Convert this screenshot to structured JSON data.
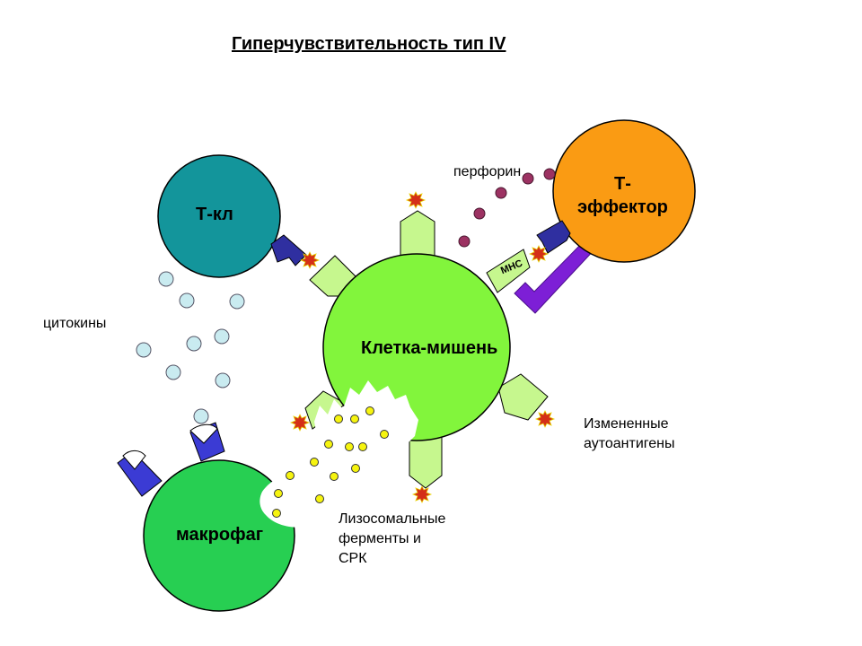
{
  "title": "Гиперчувствительность  тип IV",
  "cells": {
    "t_kl": "Т-кл",
    "target": "Клетка-мишень",
    "macrophage": "макрофаг",
    "t_effector_line1": "Т-",
    "t_effector_line2": "эффектор"
  },
  "labels": {
    "perforin": "перфорин",
    "cytokines": "цитокины",
    "altered_autoantigens": [
      "Измененные",
      "аутоантигены"
    ],
    "lysosomal": [
      "Лизосомальные",
      "ферменты и",
      "СРК"
    ],
    "mhc": "MHC"
  },
  "colors": {
    "t_kl": "#13959b",
    "target": "#82f53c",
    "macrophage": "#27cf52",
    "t_effector": "#fa9b13",
    "receptor_pale": "#c6f78e",
    "receptor_dark_blue": "#2f2fa0",
    "receptor_blue": "#3b3bd4",
    "mhc_purple": "#7d1fd6",
    "cytokine": "#c9ebf0",
    "perforin": "#9c3262",
    "enzyme": "#f6f40f",
    "antigen_star": "#d42f18"
  }
}
